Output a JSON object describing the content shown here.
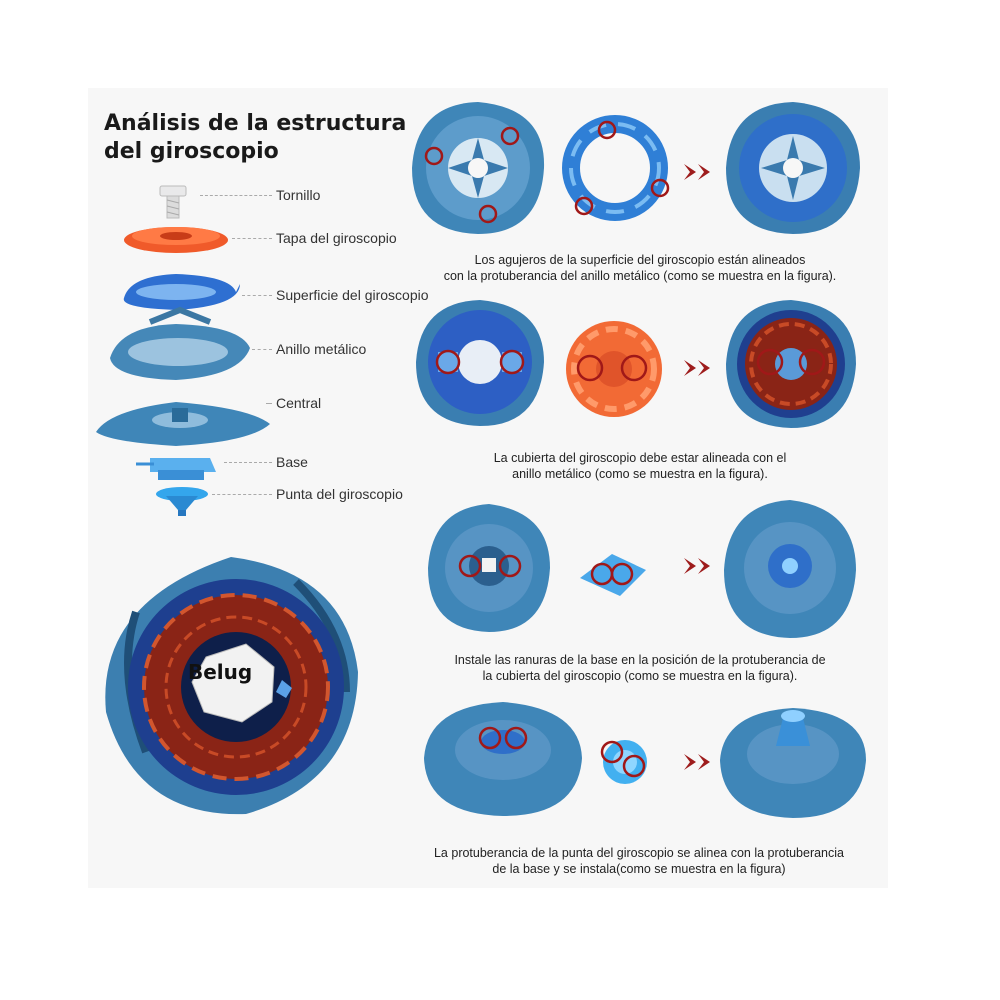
{
  "title_line1": "Análisis de la estructura",
  "title_line2": "del giroscopio",
  "parts": [
    {
      "label": "Tornillo"
    },
    {
      "label": "Tapa del giroscopio"
    },
    {
      "label": "Superficie del giroscopio"
    },
    {
      "label": "Anillo metálico"
    },
    {
      "label": "Central"
    },
    {
      "label": "Base"
    },
    {
      "label": "Punta del giroscopio"
    }
  ],
  "logo_text": "Belug",
  "steps": [
    {
      "caption_l1": "Los agujeros de la superficie del giroscopio están alineados",
      "caption_l2": "con la protuberancia del anillo metálico (como se muestra en la figura)."
    },
    {
      "caption_l1": "La cubierta del giroscopio debe estar alineada con el",
      "caption_l2": "anillo metálico (como se muestra en la figura)."
    },
    {
      "caption_l1": "Instale las ranuras de la base en la posición de la protuberancia de",
      "caption_l2": "la cubierta del giroscopio (como se muestra en la figura)."
    },
    {
      "caption_l1": "La protuberancia de la punta del giroscopio se alinea con la protuberancia",
      "caption_l2": "de la base y se instala(como se muestra en la figura)"
    }
  ],
  "colors": {
    "blue_part": "#3f86b8",
    "deep_blue": "#2355a8",
    "orange_cap": "#f05a2a",
    "marker_red": "#a01818",
    "arrow_red": "#9e1c1c"
  }
}
